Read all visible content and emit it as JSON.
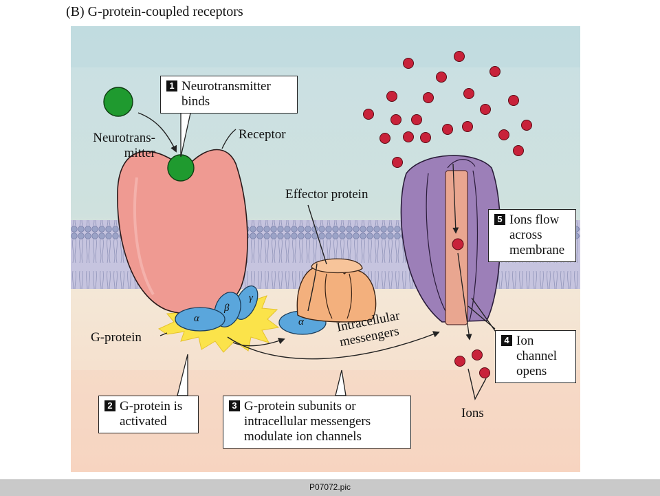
{
  "figure": {
    "title": "(B)  G-protein-coupled receptors",
    "footer_filename": "P07072.pic"
  },
  "labels": {
    "neurotransmitter": [
      "Neurotrans-",
      "mitter"
    ],
    "receptor": "Receptor",
    "effector_protein": "Effector protein",
    "g_protein": "G-protein",
    "intracellular_messengers": [
      "Intracellular",
      "messengers"
    ],
    "ions": "Ions",
    "alpha": "α",
    "beta": "β",
    "gamma": "γ"
  },
  "callouts": [
    {
      "number": "1",
      "lines": [
        "Neurotransmitter",
        "binds"
      ]
    },
    {
      "number": "2",
      "lines": [
        "G-protein is",
        "activated"
      ]
    },
    {
      "number": "3",
      "lines": [
        "G-protein subunits or",
        "intracellular messengers",
        "modulate ion channels"
      ]
    },
    {
      "number": "4",
      "lines": [
        "Ion",
        "channel",
        "opens"
      ]
    },
    {
      "number": "5",
      "lines": [
        "Ions flow",
        "across",
        "membrane"
      ]
    }
  ],
  "colors": {
    "neurotransmitter": "#1f9a2f",
    "receptor": "#ef9a92",
    "g_protein": "#5aa6dc",
    "effector": "#f3b07d",
    "channel": "#9c7fb8",
    "ion": "#c8223a",
    "membrane": "#9ea6c8"
  }
}
